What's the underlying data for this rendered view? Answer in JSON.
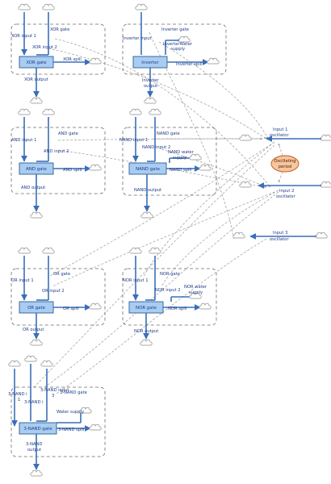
{
  "xor": {
    "gate_label": "XOR gate",
    "stock": "XOR gate",
    "input1": "XOR input 1",
    "input2": "XOR input 2",
    "spill": "XOR spill",
    "output": "XOR output"
  },
  "inverter": {
    "gate_label": "Inverter gate",
    "stock": "Inverter",
    "input": "Inverter input",
    "water_supply": [
      "InverterWater",
      "supply"
    ],
    "spill": "Inverter spill",
    "output": [
      "Inverter",
      "output"
    ]
  },
  "and": {
    "gate_label": "AND gate",
    "stock": "AND gate",
    "input1": "AND input 1",
    "input2": "AND input 2",
    "spill": "AND spill",
    "output": "AND output"
  },
  "nand": {
    "gate_label": "NAND gate",
    "stock": "NAND gate",
    "input1": "NAND input 1",
    "input2": "NAND input 2",
    "water_supply": [
      "NAND water",
      "supply"
    ],
    "spill": "NAND spill",
    "output": "NAND output"
  },
  "or": {
    "gate_label": "OR gate",
    "stock": "OR gate",
    "input1": "OR input 1",
    "input2": "OR input 2",
    "spill": "OR spill",
    "output": "OR output"
  },
  "nor": {
    "gate_label": "NOR gate",
    "stock": "NOR gate",
    "input1": "NOR input 1",
    "input2": "NOR input 2",
    "water_supply": [
      "NOR water",
      "supply"
    ],
    "spill": "NOR spill",
    "output": "NOR output"
  },
  "nand3": {
    "gate_label": "3-NAND gate",
    "stock": "3-NAND gate",
    "input1": [
      "3-NAND i",
      "1"
    ],
    "input2": "3-NAND i",
    "input3": [
      "3-NAND input",
      "3"
    ],
    "water_supply": "Water supply",
    "spill": "3-NAND spill",
    "output": [
      "3-NAND",
      "output"
    ]
  },
  "oscillators": {
    "input1": [
      "Input 1",
      "oscillator"
    ],
    "period": [
      "Oscillating",
      "period"
    ],
    "input2": [
      "Input 2",
      "oscillator"
    ],
    "input3": [
      "Input 3",
      "oscillator"
    ]
  },
  "colors": {
    "stock_fill": "#a9cdf2",
    "pipe": "#3a6fb8",
    "aux_fill": "#f7c59f",
    "link": "#9a9a9a"
  }
}
